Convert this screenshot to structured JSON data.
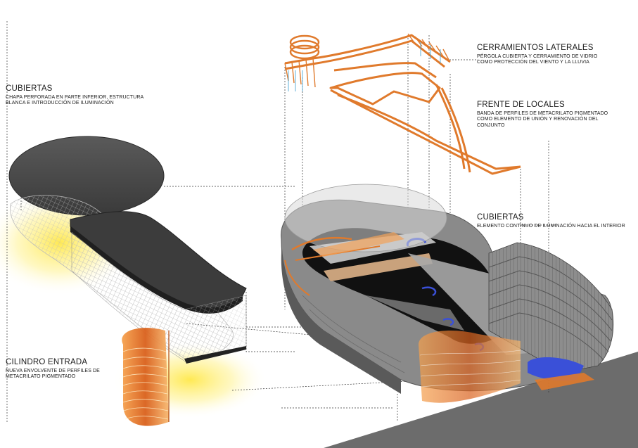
{
  "labels": {
    "cubiertas_left": {
      "title": "CUBIERTAS",
      "lines": [
        "CHAPA PERFORADA EN PARTE INFERIOR, ESTRUCTURA",
        "BLANCA E INTRODUCCIÓN DE ILUMINACIÓN"
      ]
    },
    "cilindro": {
      "title": "CILINDRO ENTRADA",
      "lines": [
        "NUEVA ENVOLVENTE DE PERFILES DE",
        "METACRILATO PIGMENTADO"
      ]
    },
    "cerramientos": {
      "title": "CERRAMIENTOS LATERALES",
      "lines": [
        "PÉRGOLA CUBIERTA Y CERRAMIENTO DE VIDRIO",
        "COMO PROTECCIÓN DEL VIENTO Y LA LLUVIA"
      ]
    },
    "frente": {
      "title": "FRENTE DE LOCALES",
      "lines": [
        "BANDA DE PERFILES DE METACRILATO PIGMENTADO",
        "COMO ELEMENTO DE UNIÓN Y RENOVACIÓN DEL",
        "CONJUNTO"
      ]
    },
    "cubiertas_right": {
      "title": "CUBIERTAS",
      "lines": [
        "ELEMENTO  CONTINUO DE ILUMINACIÓN HACIA EL INTERIOR"
      ]
    }
  },
  "colors": {
    "orange": "#e07a2c",
    "orange_light": "#f2a35a",
    "glow": "#fff06a",
    "dark_roof": "#4a4a4a",
    "building_grey": "#9a9a9a",
    "blue": "#3a50d8",
    "ground": "#6c6c6c"
  }
}
